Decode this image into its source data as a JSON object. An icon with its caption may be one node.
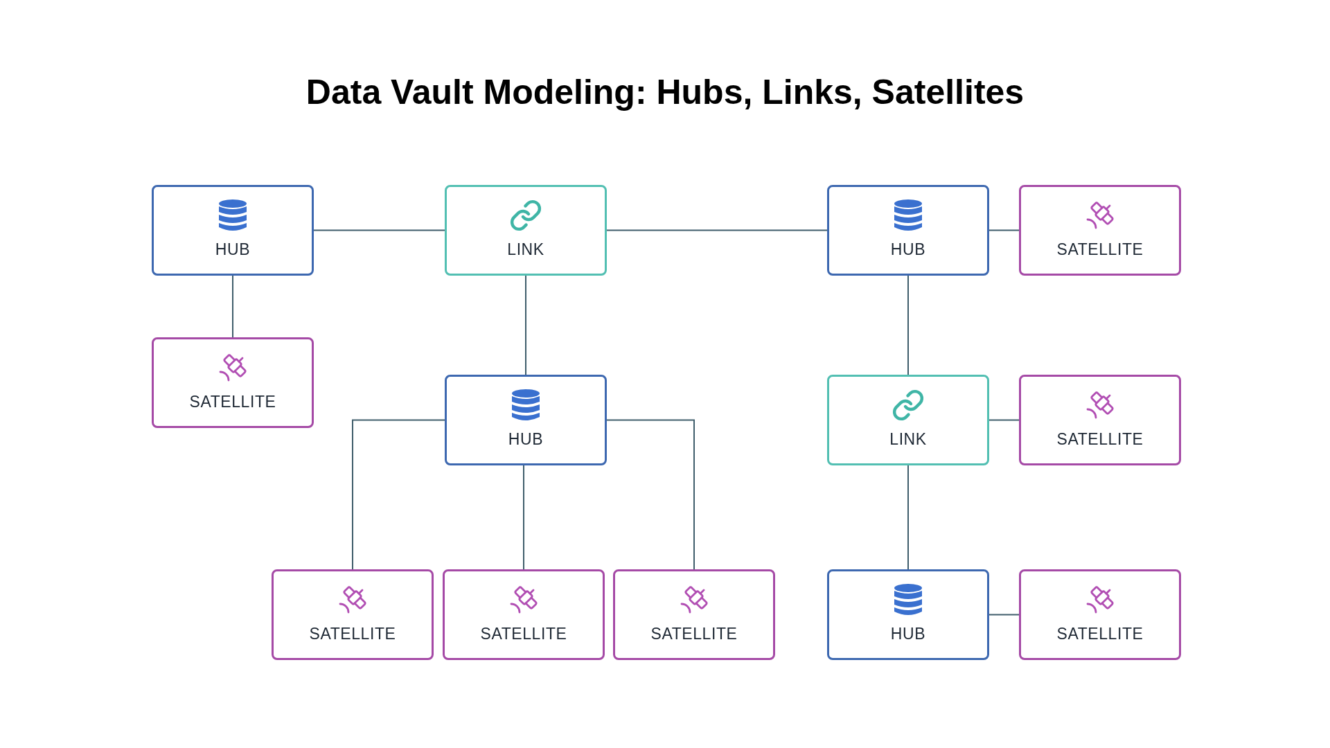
{
  "diagram": {
    "title": "Data Vault Modeling: Hubs, Links, Satellites",
    "nodes": [
      {
        "text": [
          "HUB"
        ]
      },
      {
        "text": [
          "LINK"
        ]
      },
      {
        "text": [
          "HUB"
        ]
      },
      {
        "text": [
          "SATELLITE"
        ]
      },
      {
        "text": [
          "SATELLITE"
        ]
      },
      {
        "text": [
          "HUB"
        ]
      },
      {
        "text": [
          "LINK"
        ]
      },
      {
        "text": [
          "SATELLITE"
        ]
      },
      {
        "text": [
          "SATELLITE"
        ]
      },
      {
        "text": [
          "SATELLITE"
        ]
      },
      {
        "text": [
          "SATELLITE"
        ]
      },
      {
        "text": [
          "HUB"
        ]
      },
      {
        "text": [
          "SATELLITE"
        ]
      }
    ],
    "edges": [
      {
        "from": 0,
        "to": 1,
        "arrow": "none"
      },
      {
        "from": 1,
        "to": 2,
        "arrow": "none"
      },
      {
        "from": 2,
        "to": 3,
        "arrow": "none"
      },
      {
        "from": 0,
        "to": 4,
        "arrow": "none"
      },
      {
        "from": 1,
        "to": 5,
        "arrow": "none"
      },
      {
        "from": 2,
        "to": 6,
        "arrow": "none"
      },
      {
        "from": 6,
        "to": 7,
        "arrow": "none"
      },
      {
        "from": 5,
        "to": 8,
        "arrow": "none"
      },
      {
        "from": 5,
        "to": 9,
        "arrow": "none"
      },
      {
        "from": 5,
        "to": 10,
        "arrow": "none"
      },
      {
        "from": 6,
        "to": 11,
        "arrow": "none"
      },
      {
        "from": 11,
        "to": 12,
        "arrow": "none"
      }
    ]
  }
}
